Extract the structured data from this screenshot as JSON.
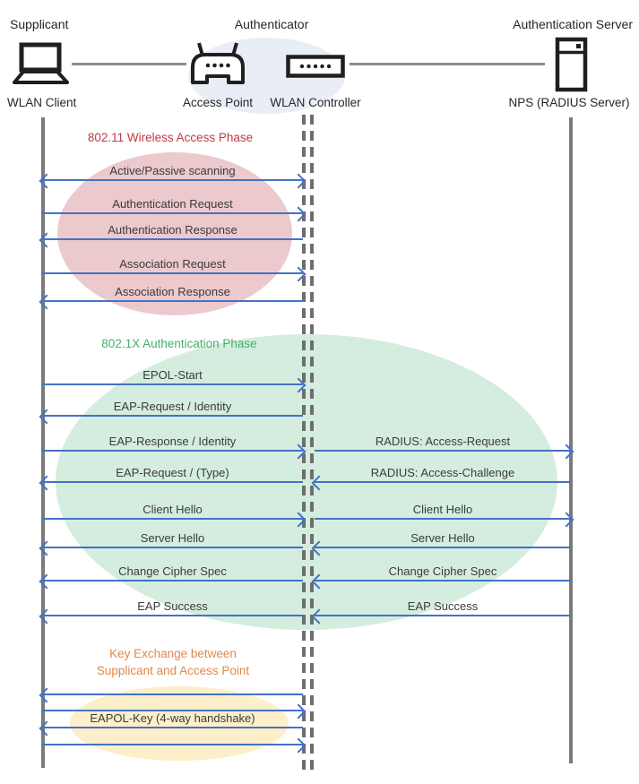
{
  "colors": {
    "arrow": "#4472C4",
    "lifeline": "#7A7A7A",
    "dashed_lifeline": "#6E6E6E",
    "connector": "#8C8C8C",
    "message_text": "#3B3B3B",
    "authenticator_fill": "#E9EDF6",
    "phase1_fill": "#ECC9CD",
    "phase1_title": "#BE3B43",
    "phase2_fill": "#D4EDDE",
    "phase2_title": "#45B06E",
    "phase3_fill": "#FCEFC9",
    "phase3_title": "#E3884A"
  },
  "actors": {
    "supplicant": {
      "role": "Supplicant",
      "device": "WLAN Client",
      "icon": "laptop-icon"
    },
    "authenticator": {
      "role": "Authenticator",
      "devices": [
        {
          "name": "Access Point",
          "icon": "access-point-icon"
        },
        {
          "name": "WLAN Controller",
          "icon": "wlan-controller-icon"
        }
      ]
    },
    "auth_server": {
      "role": "Authentication Server",
      "device": "NPS (RADIUS Server)",
      "icon": "server-icon"
    }
  },
  "phases": [
    {
      "title": "802.11 Wireless Access Phase",
      "messages": [
        {
          "label": "Active/Passive scanning",
          "from": "Supplicant",
          "to": "Authenticator",
          "direction": "both"
        },
        {
          "label": "Authentication Request",
          "from": "Supplicant",
          "to": "Authenticator",
          "direction": "right"
        },
        {
          "label": "Authentication Response",
          "from": "Authenticator",
          "to": "Supplicant",
          "direction": "left"
        },
        {
          "label": "Association Request",
          "from": "Supplicant",
          "to": "Authenticator",
          "direction": "right"
        },
        {
          "label": "Association Response",
          "from": "Authenticator",
          "to": "Supplicant",
          "direction": "left"
        }
      ]
    },
    {
      "title": "802.1X Authentication Phase",
      "messages": [
        {
          "label": "EPOL-Start",
          "from": "Supplicant",
          "to": "Authenticator",
          "direction": "right"
        },
        {
          "label": "EAP-Request / Identity",
          "from": "Authenticator",
          "to": "Supplicant",
          "direction": "left"
        },
        {
          "label": "EAP-Response / Identity",
          "from": "Supplicant",
          "to": "Authenticator",
          "direction": "right"
        },
        {
          "label": "RADIUS: Access-Request",
          "from": "Authenticator",
          "to": "Authentication Server",
          "direction": "right"
        },
        {
          "label": "EAP-Request / (Type)",
          "from": "Authenticator",
          "to": "Supplicant",
          "direction": "left"
        },
        {
          "label": "RADIUS: Access-Challenge",
          "from": "Authentication Server",
          "to": "Authenticator",
          "direction": "left"
        },
        {
          "label": "Client Hello",
          "from": "Supplicant",
          "to": "Authenticator",
          "direction": "right"
        },
        {
          "label": "Client Hello",
          "from": "Authenticator",
          "to": "Authentication Server",
          "direction": "right"
        },
        {
          "label": "Server Hello",
          "from": "Authenticator",
          "to": "Supplicant",
          "direction": "left"
        },
        {
          "label": "Server Hello",
          "from": "Authentication Server",
          "to": "Authenticator",
          "direction": "left"
        },
        {
          "label": "Change Cipher Spec",
          "from": "Authenticator",
          "to": "Supplicant",
          "direction": "left"
        },
        {
          "label": "Change Cipher Spec",
          "from": "Authentication Server",
          "to": "Authenticator",
          "direction": "left"
        },
        {
          "label": "EAP Success",
          "from": "Authenticator",
          "to": "Supplicant",
          "direction": "left"
        },
        {
          "label": "EAP Success",
          "from": "Authentication Server",
          "to": "Authenticator",
          "direction": "left"
        }
      ]
    },
    {
      "title": "Key Exchange between Supplicant and Access Point",
      "title_lines": [
        "Key Exchange between",
        "Supplicant and Access Point"
      ],
      "messages": [
        {
          "label": "",
          "from": "Authenticator",
          "to": "Supplicant",
          "direction": "left"
        },
        {
          "label": "",
          "from": "Supplicant",
          "to": "Authenticator",
          "direction": "right"
        },
        {
          "label": "EAPOL-Key (4-way handshake)",
          "from": "Authenticator",
          "to": "Supplicant",
          "direction": "left"
        },
        {
          "label": "",
          "from": "Supplicant",
          "to": "Authenticator",
          "direction": "right"
        }
      ]
    }
  ]
}
